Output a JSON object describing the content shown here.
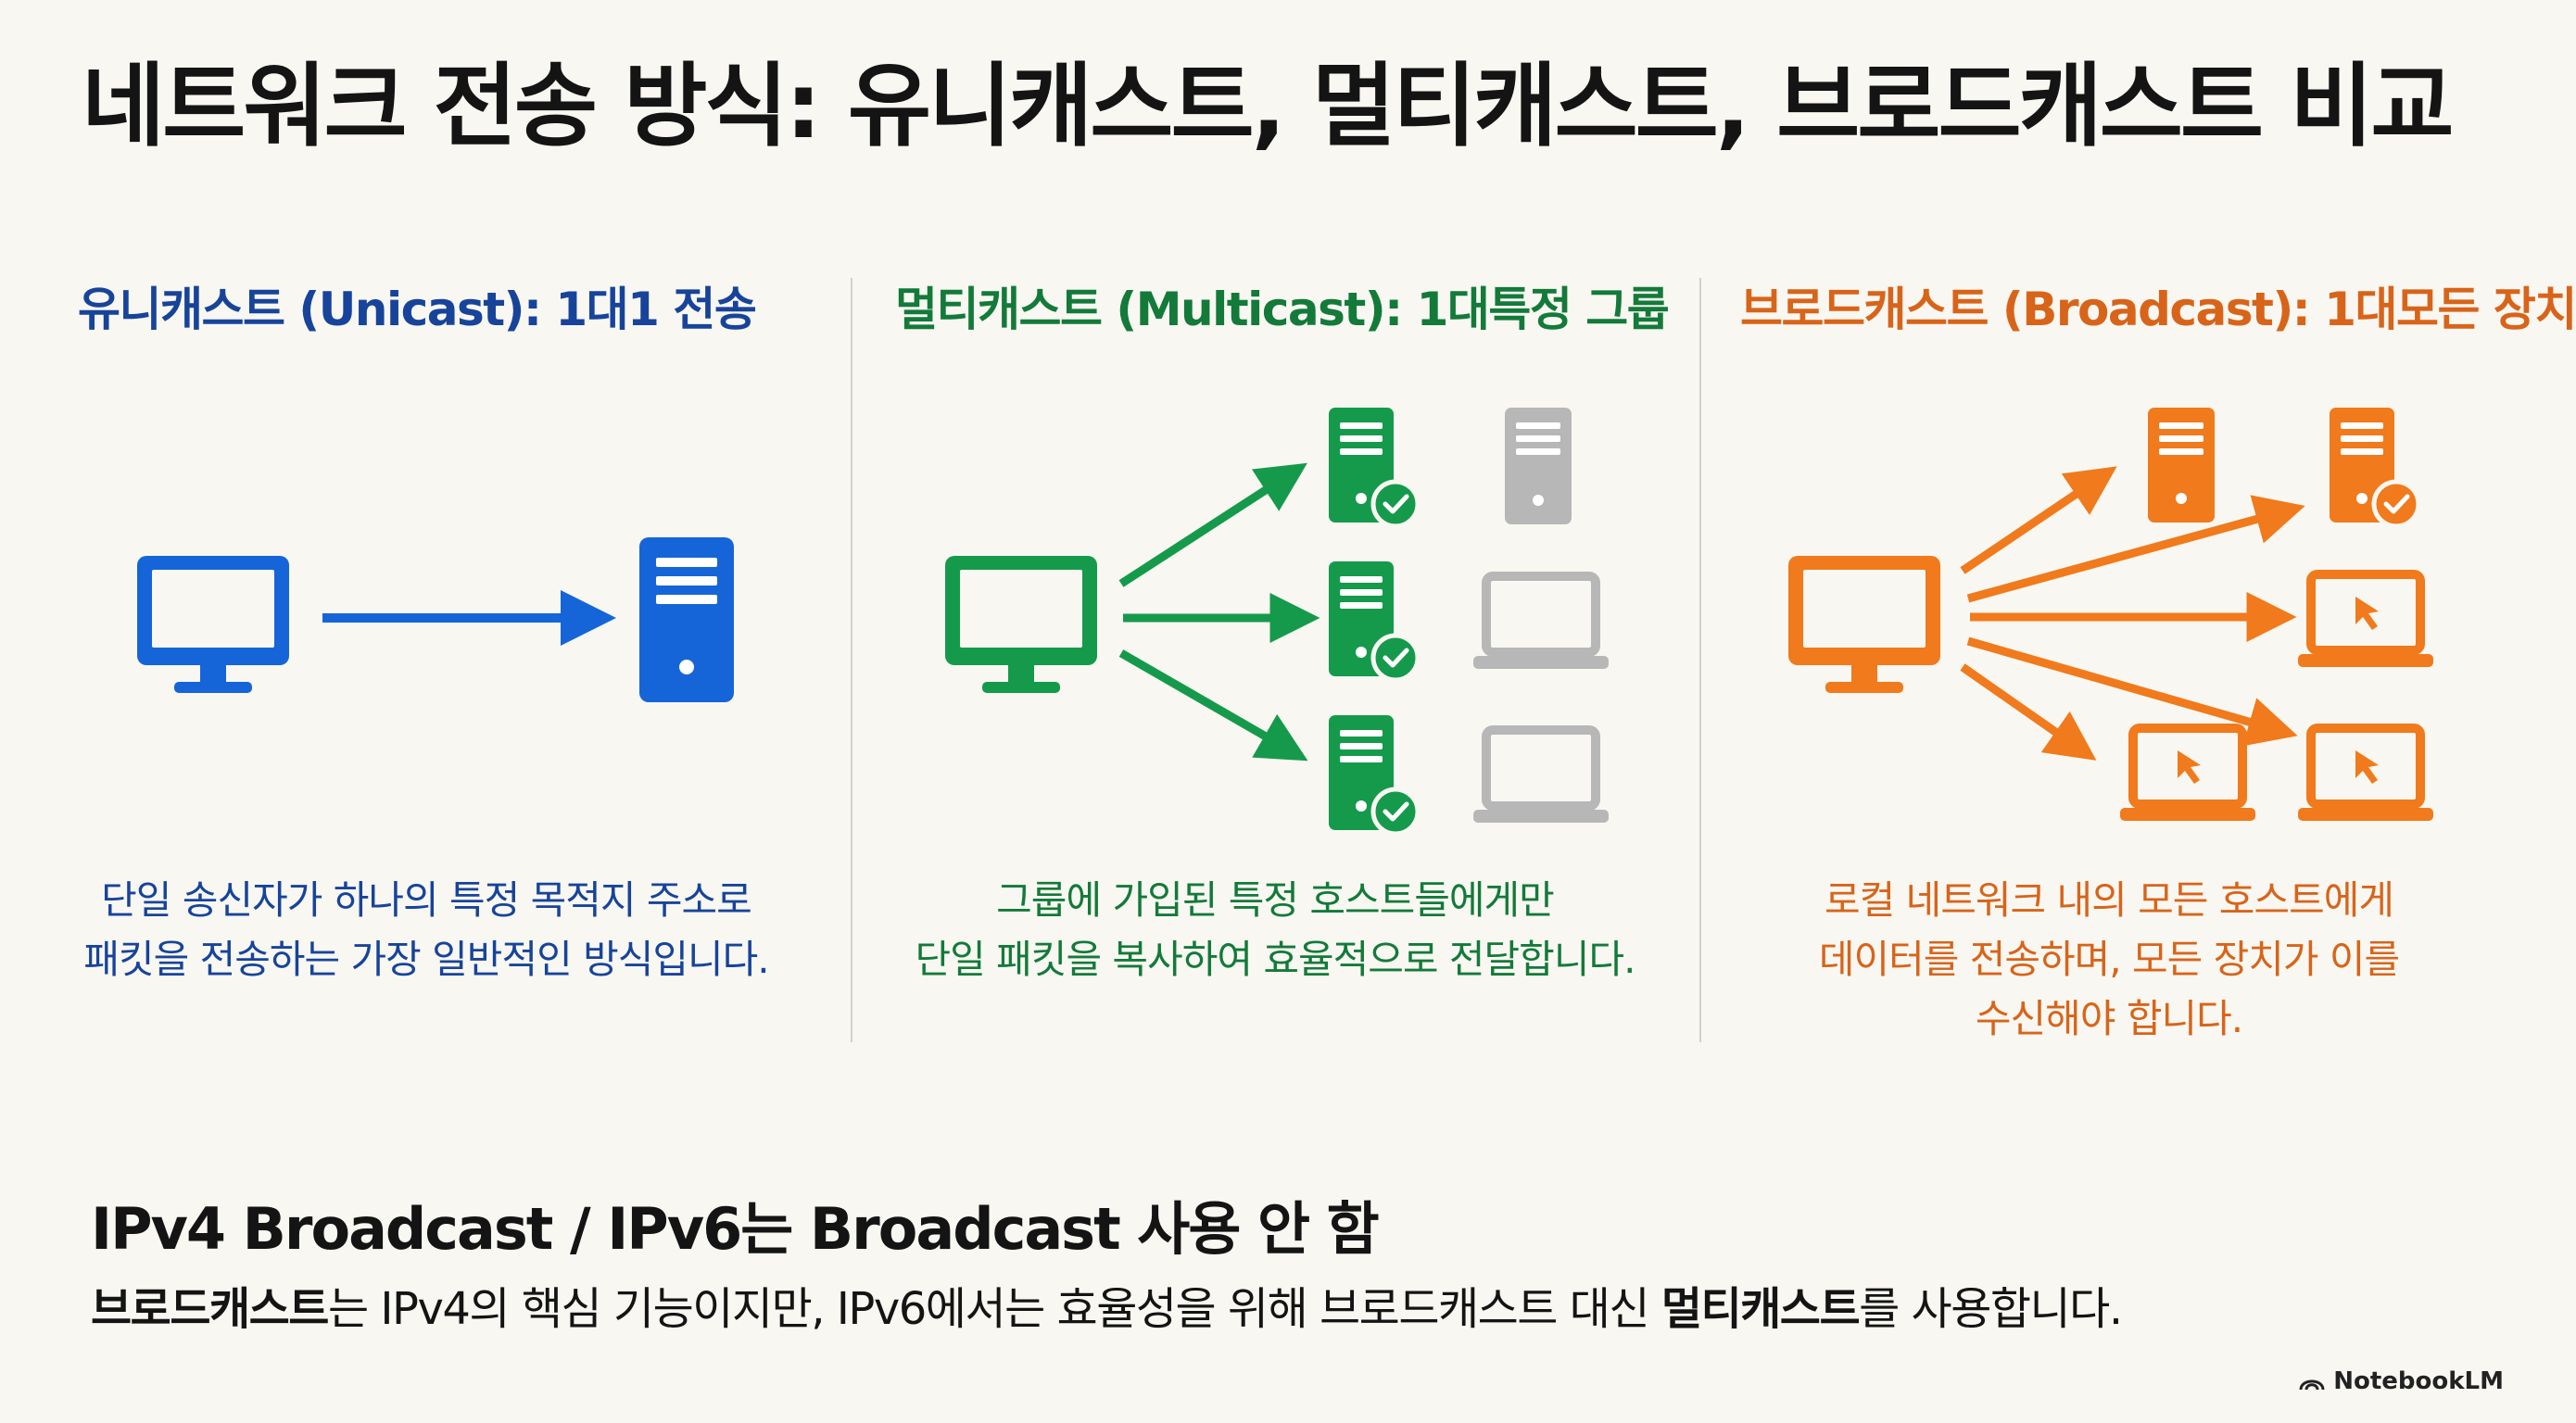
{
  "title": "네트워크 전송 방식: 유니캐스트, 멀티캐스트, 브로드캐스트 비교",
  "colors": {
    "unicast": "#1565d8",
    "multicast": "#159a4c",
    "broadcast": "#f07a1c",
    "inactive": "#b7b7b7",
    "unicast_text": "#17449a",
    "multicast_text": "#137a3a",
    "broadcast_text": "#d8641a"
  },
  "columns": {
    "unicast": {
      "heading": "유니캐스트 (Unicast): 1대1 전송",
      "desc_line1": "단일 송신자가 하나의 특정 목적지 주소로",
      "desc_line2": "패킷을 전송하는 가장 일반적인 방식입니다.",
      "icons": [
        "monitor-icon",
        "server-icon"
      ]
    },
    "multicast": {
      "heading": "멀티캐스트 (Multicast): 1대특정 그룹",
      "desc_line1": "그룹에 가입된 특정 호스트들에게만",
      "desc_line2": "단일 패킷을 복사하여 효율적으로 전달합니다.",
      "icons": [
        "monitor-icon",
        "server-check-icon",
        "server-icon",
        "laptop-icon"
      ]
    },
    "broadcast": {
      "heading": "브로드캐스트 (Broadcast): 1대모든 장치",
      "desc_line1": "로컬 네트워크 내의 모든 호스트에게",
      "desc_line2": "데이터를 전송하며, 모든 장치가 이를",
      "desc_line3": "수신해야 합니다.",
      "icons": [
        "monitor-icon",
        "server-icon",
        "server-check-icon",
        "laptop-cursor-icon"
      ]
    }
  },
  "bottom": {
    "heading": "IPv4 Broadcast / IPv6는 Broadcast 사용 안 함",
    "text_bold1": "브로드캐스트",
    "text_part1": "는 IPv4의 핵심 기능이지만, IPv6에서는 효율성을 위해 브로드캐스트 대신 ",
    "text_bold2": "멀티캐스트",
    "text_part2": "를 사용합니다."
  },
  "watermark": "NotebookLM"
}
